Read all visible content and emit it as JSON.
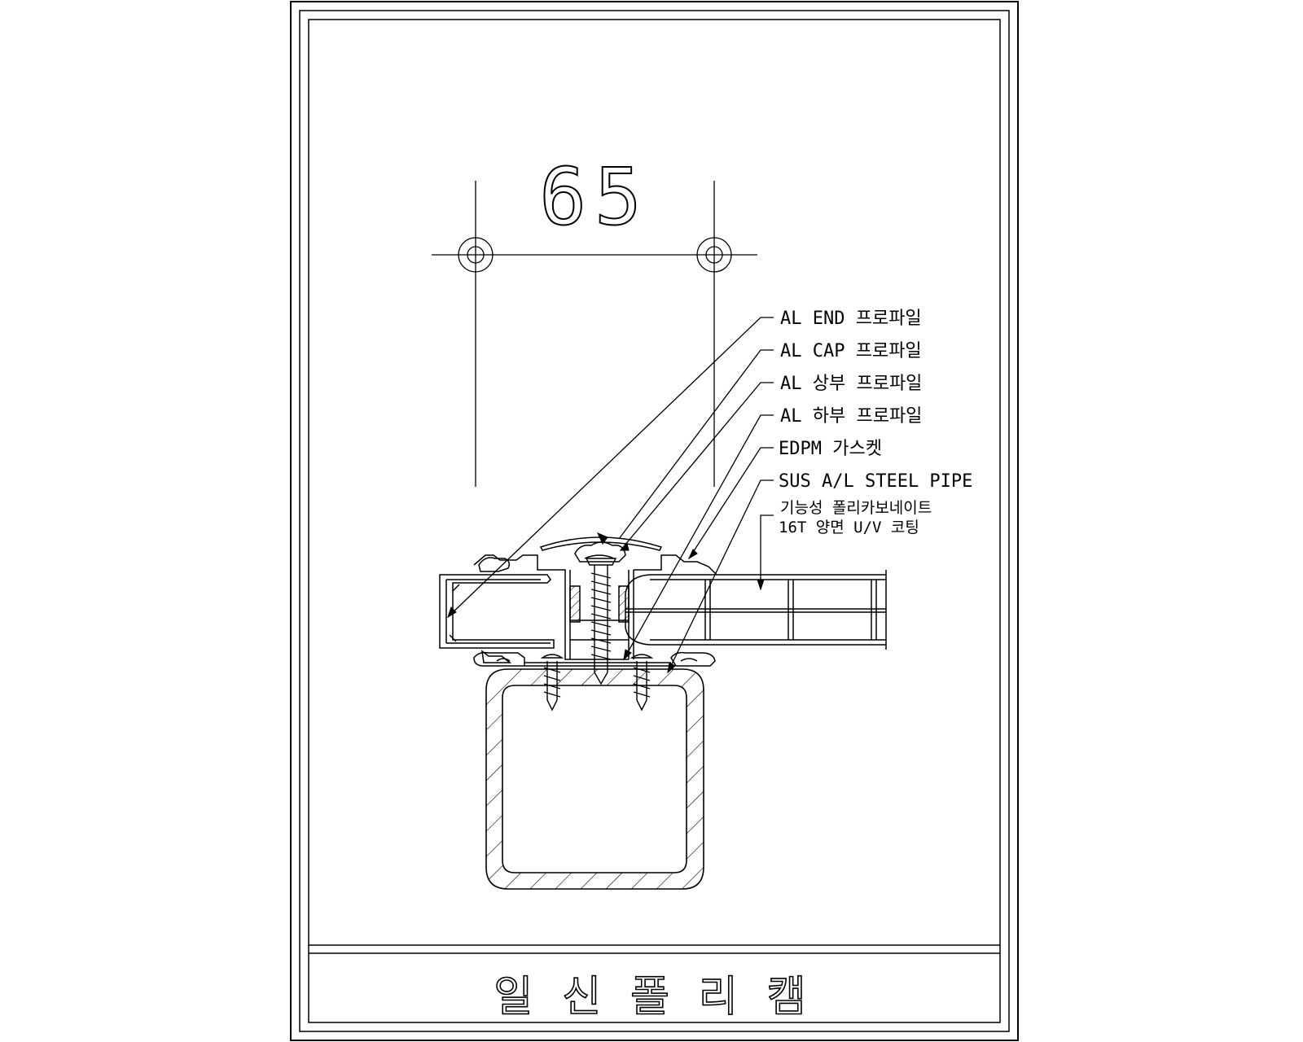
{
  "dimension": {
    "value": "65"
  },
  "callouts": [
    {
      "label": "AL END 프로파일"
    },
    {
      "label": "AL CAP 프로파일"
    },
    {
      "label": "AL 상부 프로파일"
    },
    {
      "label": "AL 하부 프로파일"
    },
    {
      "label": "EDPM 가스켓"
    },
    {
      "label": "SUS A/L STEEL PIPE"
    },
    {
      "label": "기능성 폴리카보네이트",
      "label2": "16T 양면 U/V 코팅"
    }
  ],
  "title_block": {
    "company": "일신폴리캠"
  }
}
